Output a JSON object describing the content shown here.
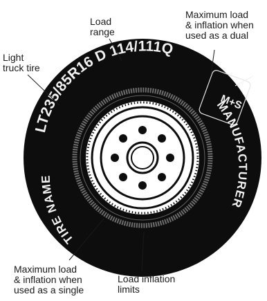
{
  "callouts": {
    "load_range": "Load\nrange",
    "max_load_dual": "Maximum load\n& inflation when\nused as a dual",
    "light_truck": "Light\ntruck tire",
    "max_load_single": "Maximum load\n& inflation when\nused as a single",
    "load_inflation_limits": "Load inflation\nlimits"
  },
  "sidewall": {
    "size_code": "LT235/85R16",
    "load_range_letter": "D",
    "load_index": "114/111Q",
    "mud_snow": "M+S",
    "manufacturer": "MANUFACTURER",
    "tire_name": "TIRE NAME"
  },
  "colors": {
    "tire": "#0d0d0d",
    "sidewall_text": "#f2f2f2",
    "leader_line": "#1a1a1a"
  }
}
